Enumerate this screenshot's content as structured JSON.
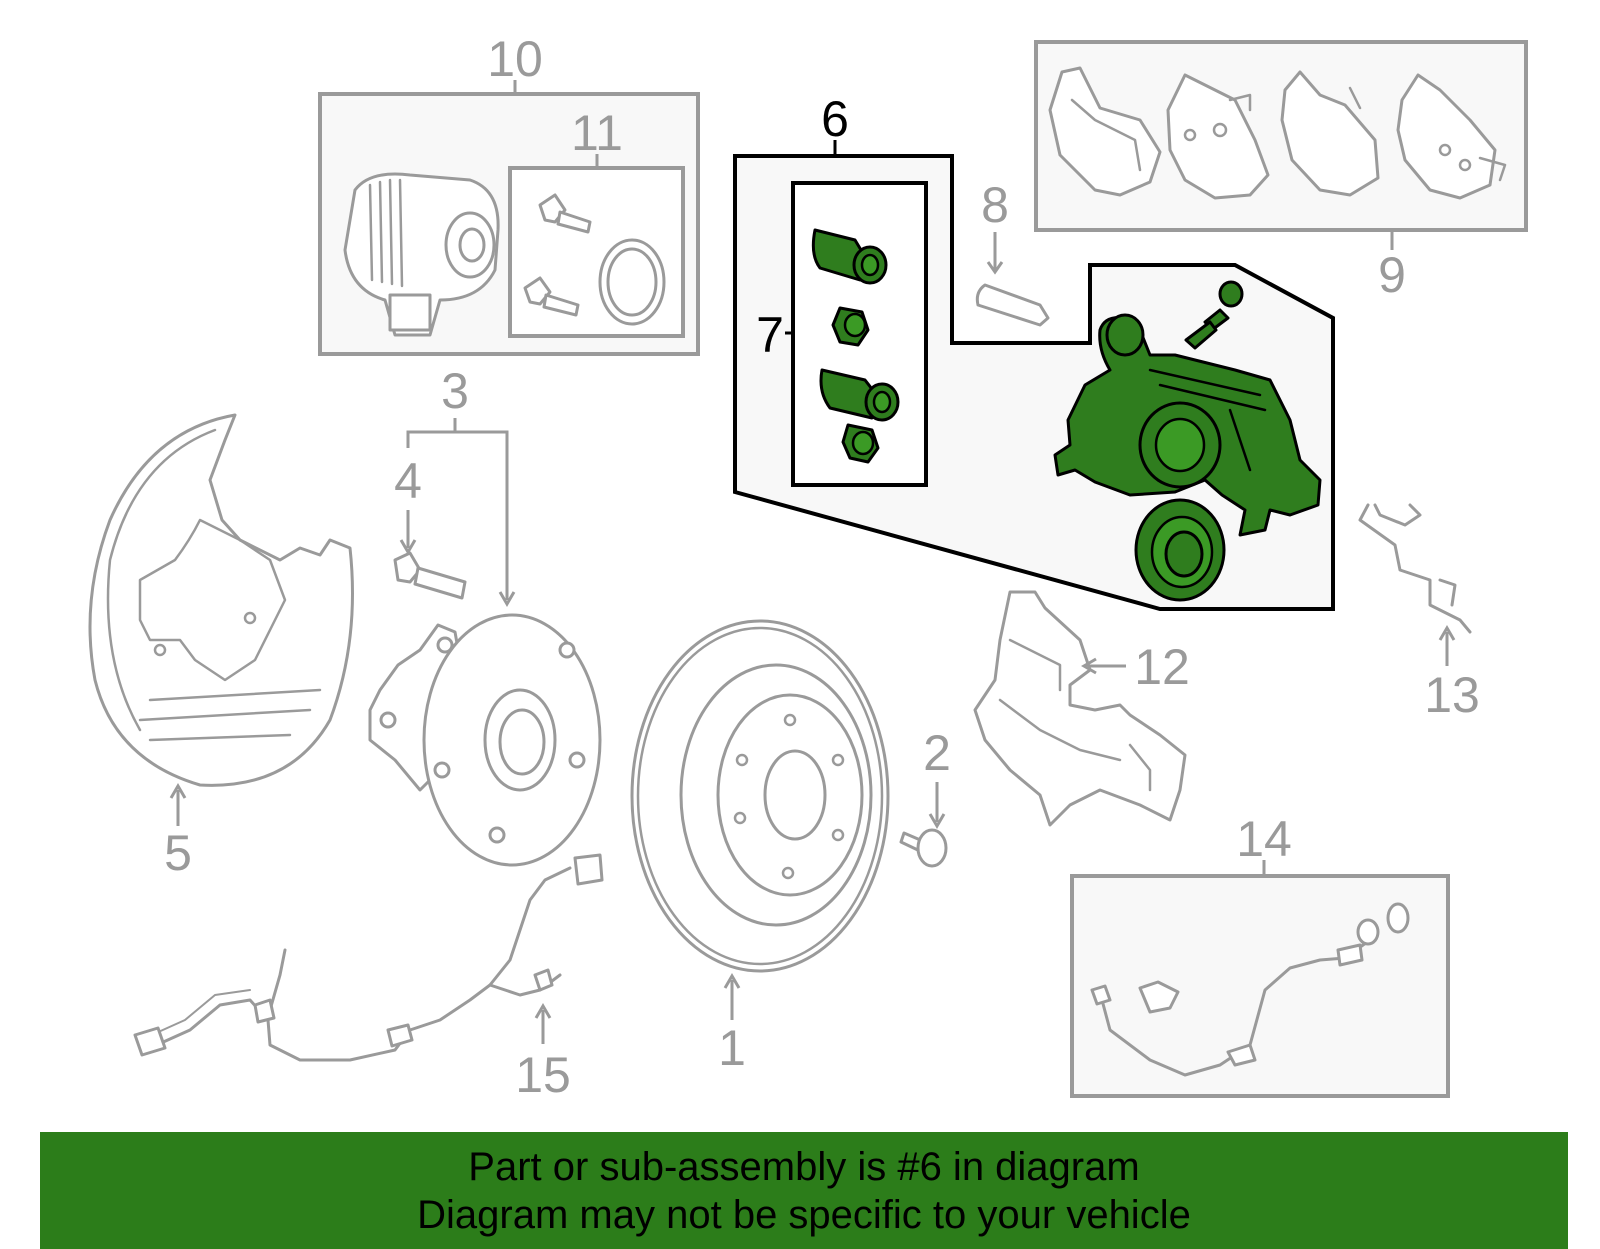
{
  "labels": {
    "p1": "1",
    "p2": "2",
    "p3": "3",
    "p4": "4",
    "p5": "5",
    "p6": "6",
    "p7": "7",
    "p8": "8",
    "p9": "9",
    "p10": "10",
    "p11": "11",
    "p12": "12",
    "p13": "13",
    "p14": "14",
    "p15": "15"
  },
  "highlight_part": "6",
  "colors": {
    "highlight": "#2f7d1e",
    "banner": "#2c7d1a",
    "line_gray": "#9a9a9a"
  },
  "banner": {
    "line1": "Part or sub-assembly is #6 in diagram",
    "line2": "Diagram may not be specific to your vehicle"
  }
}
